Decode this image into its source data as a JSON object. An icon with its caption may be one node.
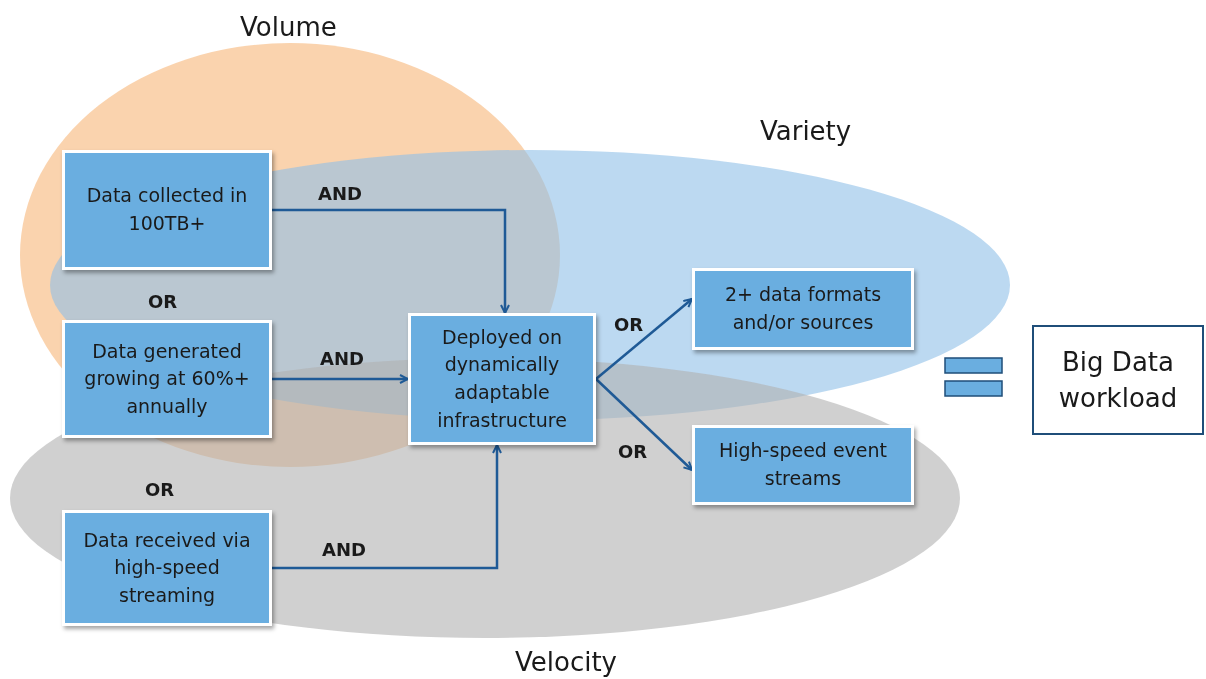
{
  "diagram": {
    "nodes": [
      {
        "text": [
          "Data collected in 100TB+"
        ]
      },
      {
        "text": [
          "Data generated growing at 60%+ annually"
        ]
      },
      {
        "text": [
          "Data received via high-speed streaming"
        ]
      },
      {
        "text": [
          "Deployed on dynamically adaptable infrastructure"
        ]
      },
      {
        "text": [
          "2+ data formats and/or sources"
        ]
      },
      {
        "text": [
          "High-speed event streams"
        ]
      },
      {
        "text": [
          "Big Data workload"
        ]
      }
    ],
    "edges": [
      {
        "from": 0,
        "to": 3,
        "arrow": "to",
        "label": "AND"
      },
      {
        "from": 1,
        "to": 3,
        "arrow": "to",
        "label": "AND"
      },
      {
        "from": 2,
        "to": 3,
        "arrow": "to",
        "label": "AND"
      },
      {
        "from": 3,
        "to": 4,
        "arrow": "to",
        "label": "OR"
      },
      {
        "from": 3,
        "to": 5,
        "arrow": "to",
        "label": "OR"
      }
    ],
    "labels": [
      "Volume",
      "Variety",
      "OR",
      "OR",
      "Velocity"
    ]
  }
}
